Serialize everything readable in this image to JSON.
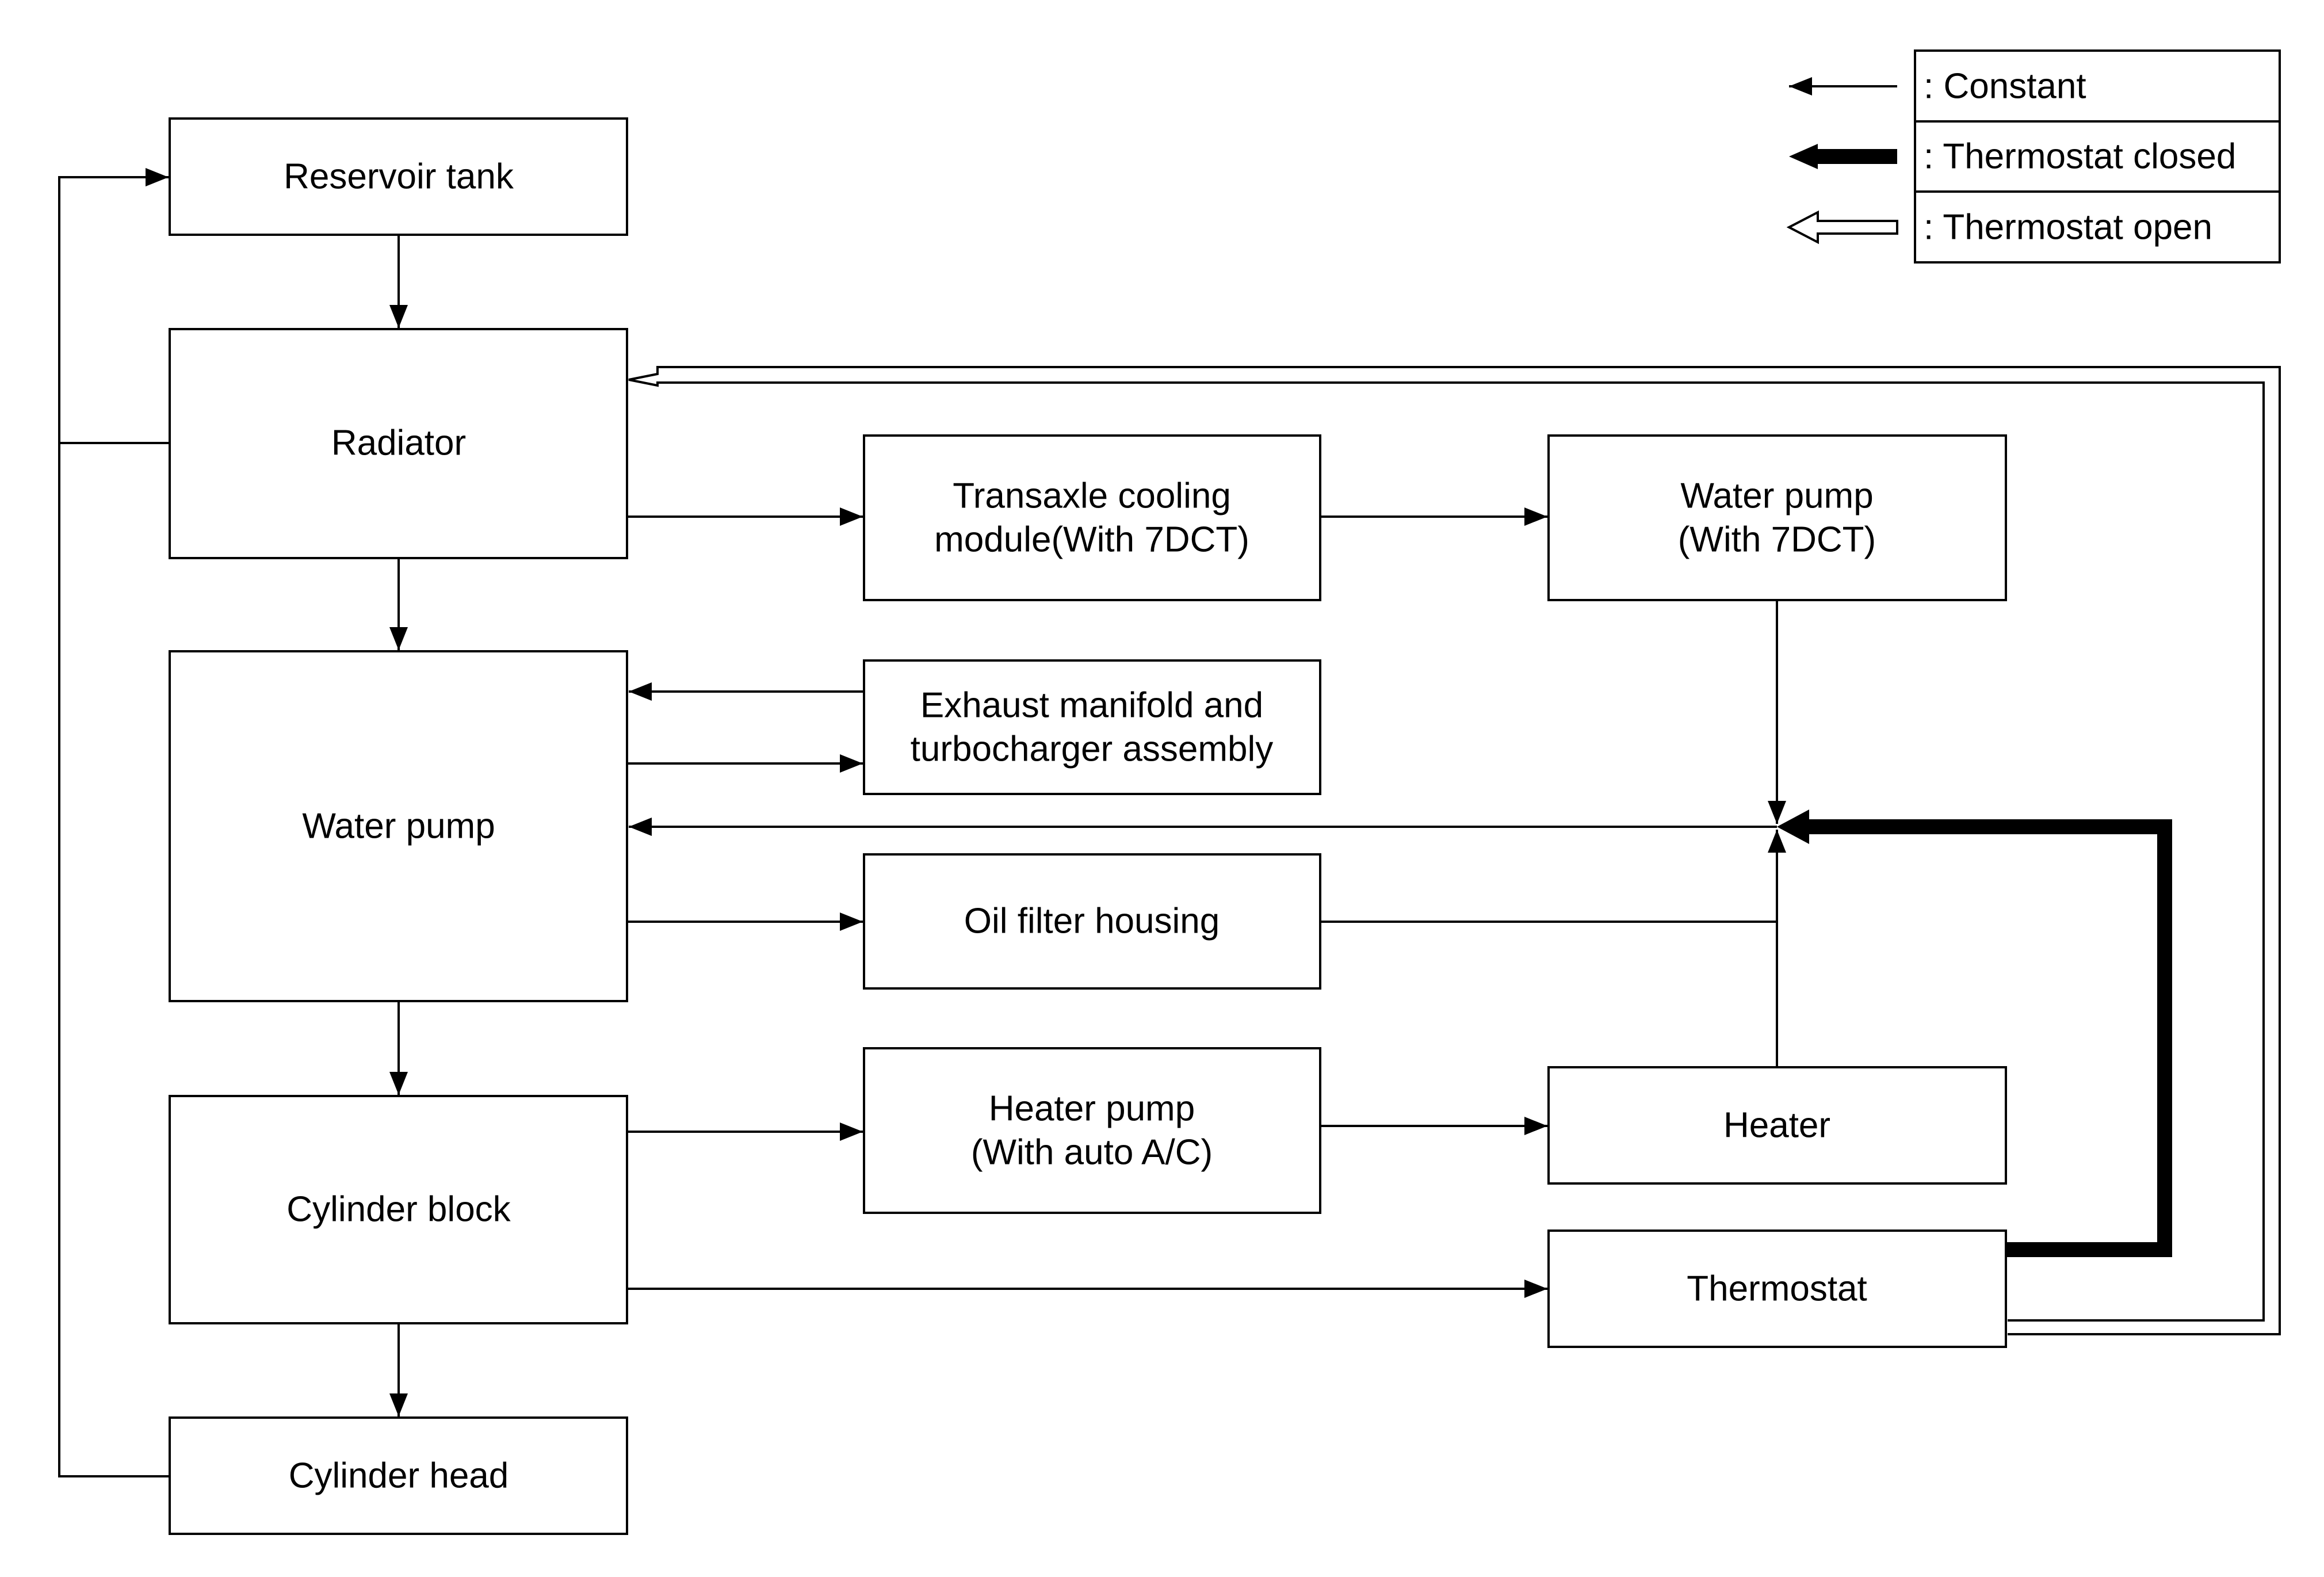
{
  "legend": {
    "constant": ": Constant",
    "thermostat_closed": ": Thermostat closed",
    "thermostat_open": ": Thermostat open"
  },
  "nodes": {
    "reservoir_tank": "Reservoir tank",
    "radiator": "Radiator",
    "transaxle_cooling_line1": "Transaxle cooling",
    "transaxle_cooling_line2": "module(With 7DCT)",
    "water_pump_7dct_line1": "Water pump",
    "water_pump_7dct_line2": "(With 7DCT)",
    "exhaust_line1": "Exhaust manifold and",
    "exhaust_line2": "turbocharger assembly",
    "water_pump": "Water pump",
    "oil_filter_housing": "Oil filter housing",
    "heater_pump_line1": "Heater pump",
    "heater_pump_line2": "(With auto A/C)",
    "heater": "Heater",
    "cylinder_block": "Cylinder block",
    "thermostat": "Thermostat",
    "cylinder_head": "Cylinder head"
  }
}
